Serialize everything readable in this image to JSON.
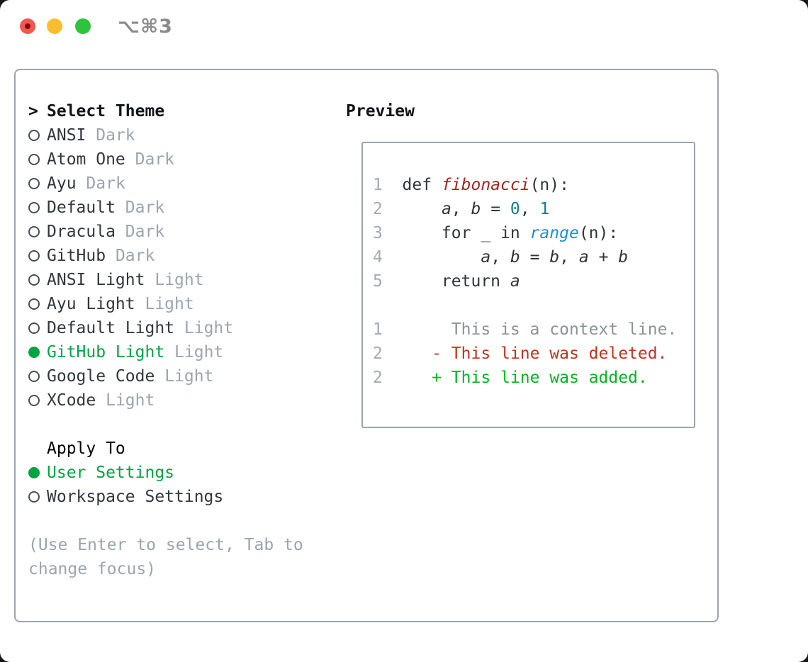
{
  "window": {
    "title": "⌥⌘3"
  },
  "colors": {
    "panel_border": "#9aa5b1",
    "text_dark": "#30373e",
    "text_muted": "#9aa5b1",
    "selection_green": "#00a542",
    "added_green": "#00b81e",
    "deleted_red": "#c4321b",
    "function_red": "#a5231d",
    "number_teal": "#0f7f8a",
    "builtin_blue": "#1e8fd0",
    "gutter_gray": "#a0abb8",
    "traffic_red": "#f4564e",
    "traffic_yellow": "#fcbd2f",
    "traffic_green": "#2cc43b"
  },
  "theme_panel": {
    "prompt": ">",
    "title": "Select Theme",
    "themes": [
      {
        "name": "ANSI",
        "variant": "Dark",
        "selected": false
      },
      {
        "name": "Atom One",
        "variant": "Dark",
        "selected": false
      },
      {
        "name": "Ayu",
        "variant": "Dark",
        "selected": false
      },
      {
        "name": "Default",
        "variant": "Dark",
        "selected": false
      },
      {
        "name": "Dracula",
        "variant": "Dark",
        "selected": false
      },
      {
        "name": "GitHub",
        "variant": "Dark",
        "selected": false
      },
      {
        "name": "ANSI Light",
        "variant": "Light",
        "selected": false
      },
      {
        "name": "Ayu Light",
        "variant": "Light",
        "selected": false
      },
      {
        "name": "Default Light",
        "variant": "Light",
        "selected": false
      },
      {
        "name": "GitHub Light",
        "variant": "Light",
        "selected": true
      },
      {
        "name": "Google Code",
        "variant": "Light",
        "selected": false
      },
      {
        "name": "XCode",
        "variant": "Light",
        "selected": false
      }
    ],
    "apply_to": {
      "title": "Apply To",
      "options": [
        {
          "name": "User Settings",
          "selected": true
        },
        {
          "name": "Workspace Settings",
          "selected": false
        }
      ]
    },
    "hint": "(Use Enter to select, Tab to change focus)"
  },
  "preview": {
    "title": "Preview",
    "lines": [
      {
        "tokens": [
          {
            "t": "1  ",
            "c": "gut"
          },
          {
            "t": "def ",
            "c": "code"
          },
          {
            "t": "fibonacci",
            "c": "fn"
          },
          {
            "t": "(n):",
            "c": "code"
          }
        ]
      },
      {
        "tokens": [
          {
            "t": "2  ",
            "c": "gut"
          },
          {
            "t": "    ",
            "c": "code"
          },
          {
            "t": "a",
            "c": "var"
          },
          {
            "t": ", ",
            "c": "code"
          },
          {
            "t": "b",
            "c": "var"
          },
          {
            "t": " = ",
            "c": "code"
          },
          {
            "t": "0",
            "c": "lit"
          },
          {
            "t": ", ",
            "c": "code"
          },
          {
            "t": "1",
            "c": "lit"
          }
        ]
      },
      {
        "tokens": [
          {
            "t": "3  ",
            "c": "gut"
          },
          {
            "t": "    for _ in ",
            "c": "code"
          },
          {
            "t": "range",
            "c": "blt"
          },
          {
            "t": "(n):",
            "c": "code"
          }
        ]
      },
      {
        "tokens": [
          {
            "t": "4  ",
            "c": "gut"
          },
          {
            "t": "        ",
            "c": "code"
          },
          {
            "t": "a",
            "c": "var"
          },
          {
            "t": ", ",
            "c": "code"
          },
          {
            "t": "b",
            "c": "var"
          },
          {
            "t": " = ",
            "c": "code"
          },
          {
            "t": "b",
            "c": "var"
          },
          {
            "t": ", ",
            "c": "code"
          },
          {
            "t": "a",
            "c": "var"
          },
          {
            "t": " + ",
            "c": "code"
          },
          {
            "t": "b",
            "c": "var"
          }
        ]
      },
      {
        "tokens": [
          {
            "t": "5  ",
            "c": "gut"
          },
          {
            "t": "    return ",
            "c": "code"
          },
          {
            "t": "a",
            "c": "var"
          }
        ]
      },
      {
        "tokens": []
      },
      {
        "tokens": [
          {
            "t": "1       ",
            "c": "gut"
          },
          {
            "t": "This is a context line.",
            "c": "ctx"
          }
        ]
      },
      {
        "tokens": [
          {
            "t": "2     ",
            "c": "gut"
          },
          {
            "t": "- This line was deleted.",
            "c": "del"
          }
        ]
      },
      {
        "tokens": [
          {
            "t": "2     ",
            "c": "gut"
          },
          {
            "t": "+ This line was added.",
            "c": "add"
          }
        ]
      }
    ]
  }
}
